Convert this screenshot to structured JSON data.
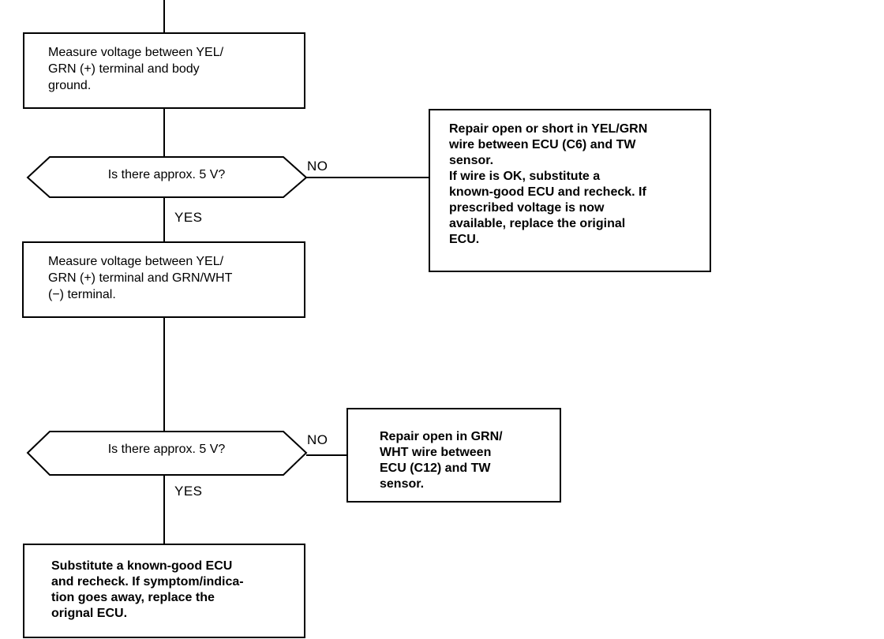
{
  "flowchart": {
    "steps": {
      "measure_body_ground": "Measure voltage between YEL/\nGRN (+) terminal and body\nground.",
      "measure_grn_wht": "Measure voltage between YEL/\nGRN (+) terminal and GRN/WHT\n(−) terminal.",
      "substitute_ecu": "Substitute a known-good ECU\nand recheck. If symptom/indica-\ntion goes away, replace the\norignal ECU."
    },
    "decisions": {
      "q1": "Is there approx. 5 V?",
      "q2": "Is there approx. 5 V?"
    },
    "repairs": {
      "repair_yel_grn": "Repair open or short in YEL/GRN\nwire between ECU (C6) and TW\nsensor.\nIf wire is OK, substitute a\nknown-good ECU and recheck. If\nprescribed voltage is now\navailable, replace the original\nECU.",
      "repair_grn_wht": "Repair open in GRN/\nWHT wire between\nECU (C12) and TW\nsensor."
    },
    "branch_labels": {
      "q1_no": "NO",
      "q1_yes": "YES",
      "q2_no": "NO",
      "q2_yes": "YES"
    }
  }
}
